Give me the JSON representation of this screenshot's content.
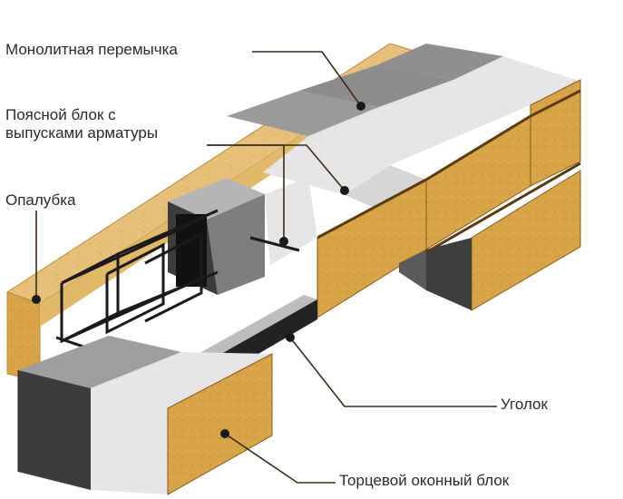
{
  "labels": {
    "monolithic_lintel": "Монолитная перемычка",
    "belt_block_line1": "Поясной блок с",
    "belt_block_line2": "выпусками арматуры",
    "formwork": "Опалубка",
    "angle": "Уголок",
    "end_window_block": "Торцевой оконный блок"
  },
  "colors": {
    "wood_face": "#d9a64a",
    "wood_light": "#e8c27a",
    "wood_edge": "#c08a33",
    "block_dark": "#4a4a4a",
    "block_mid": "#8e8e8e",
    "block_light": "#e9e9e9",
    "block_top_grey": "#b9b9b9",
    "steel": "#1e1e1e",
    "leader_line": "#3a2a1a"
  }
}
